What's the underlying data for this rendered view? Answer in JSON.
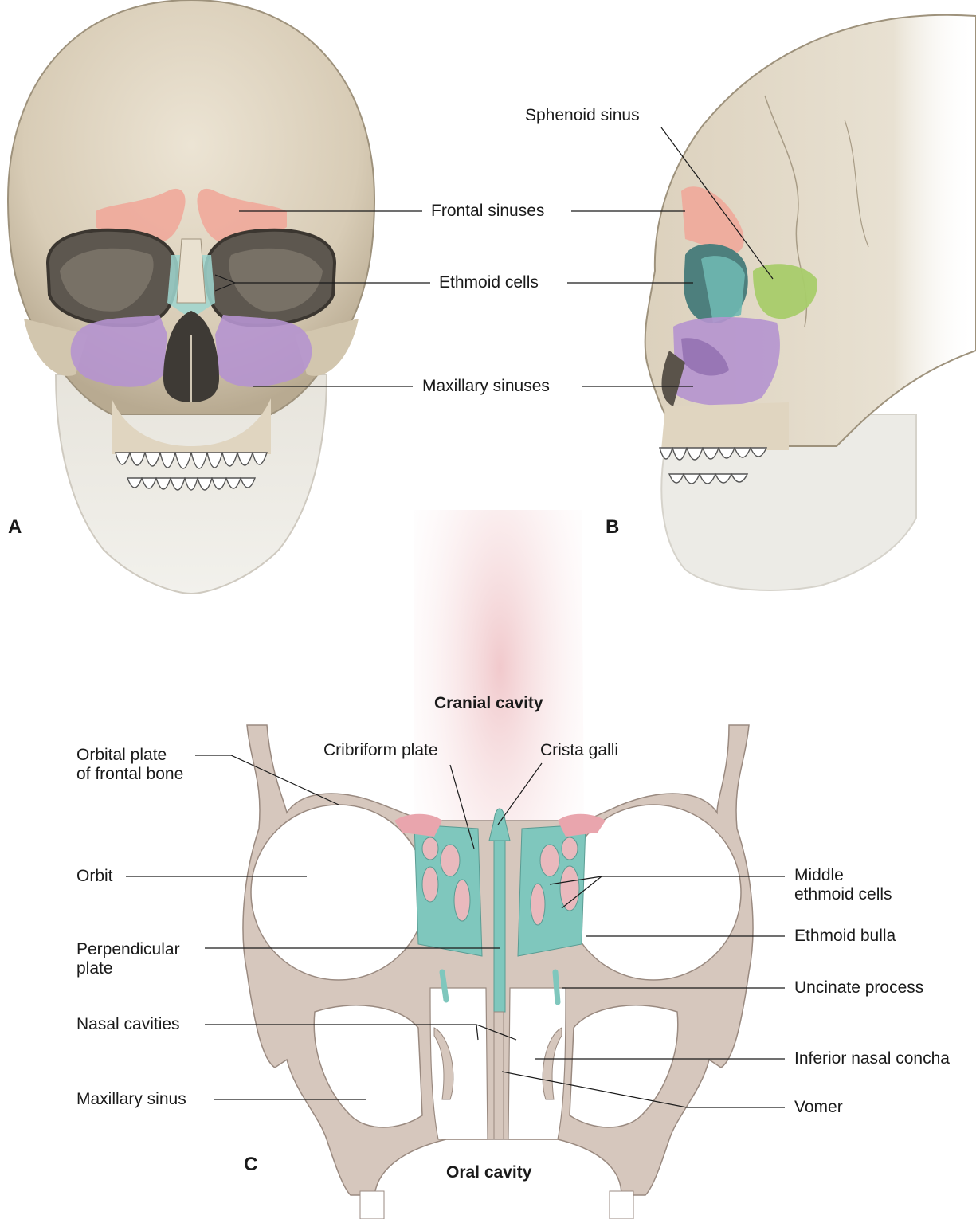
{
  "panels": {
    "a": "A",
    "b": "B",
    "c": "C"
  },
  "figure_a": {
    "frontal_sinuses": "Frontal sinuses",
    "ethmoid_cells": "Ethmoid cells",
    "maxillary_sinuses": "Maxillary sinuses"
  },
  "figure_b": {
    "sphenoid_sinus": "Sphenoid sinus"
  },
  "figure_c": {
    "cranial_cavity": "Cranial cavity",
    "oral_cavity": "Oral cavity",
    "orbital_plate": [
      "Orbital plate",
      "of frontal bone"
    ],
    "cribriform_plate": "Cribriform plate",
    "crista_galli": "Crista galli",
    "orbit": "Orbit",
    "middle_ethmoid_cells": [
      "Middle",
      "ethmoid cells"
    ],
    "ethmoid_bulla": "Ethmoid bulla",
    "perpendicular_plate": [
      "Perpendicular",
      "plate"
    ],
    "uncinate_process": "Uncinate process",
    "nasal_cavities": "Nasal cavities",
    "inferior_nasal_concha": "Inferior nasal concha",
    "maxillary_sinus": "Maxillary sinus",
    "vomer": "Vomer"
  },
  "colors": {
    "bone": "#e3d8c5",
    "bone_shadow": "#b9ab93",
    "frontal_sinus": "#f0a99a",
    "ethmoid": "#9fd6cf",
    "maxillary": "#b594cf",
    "sphenoid": "#a8cc6a",
    "section_bone": "#d6c7bd",
    "section_teal": "#7fc7bd",
    "section_pink": "#e9b9bd"
  }
}
